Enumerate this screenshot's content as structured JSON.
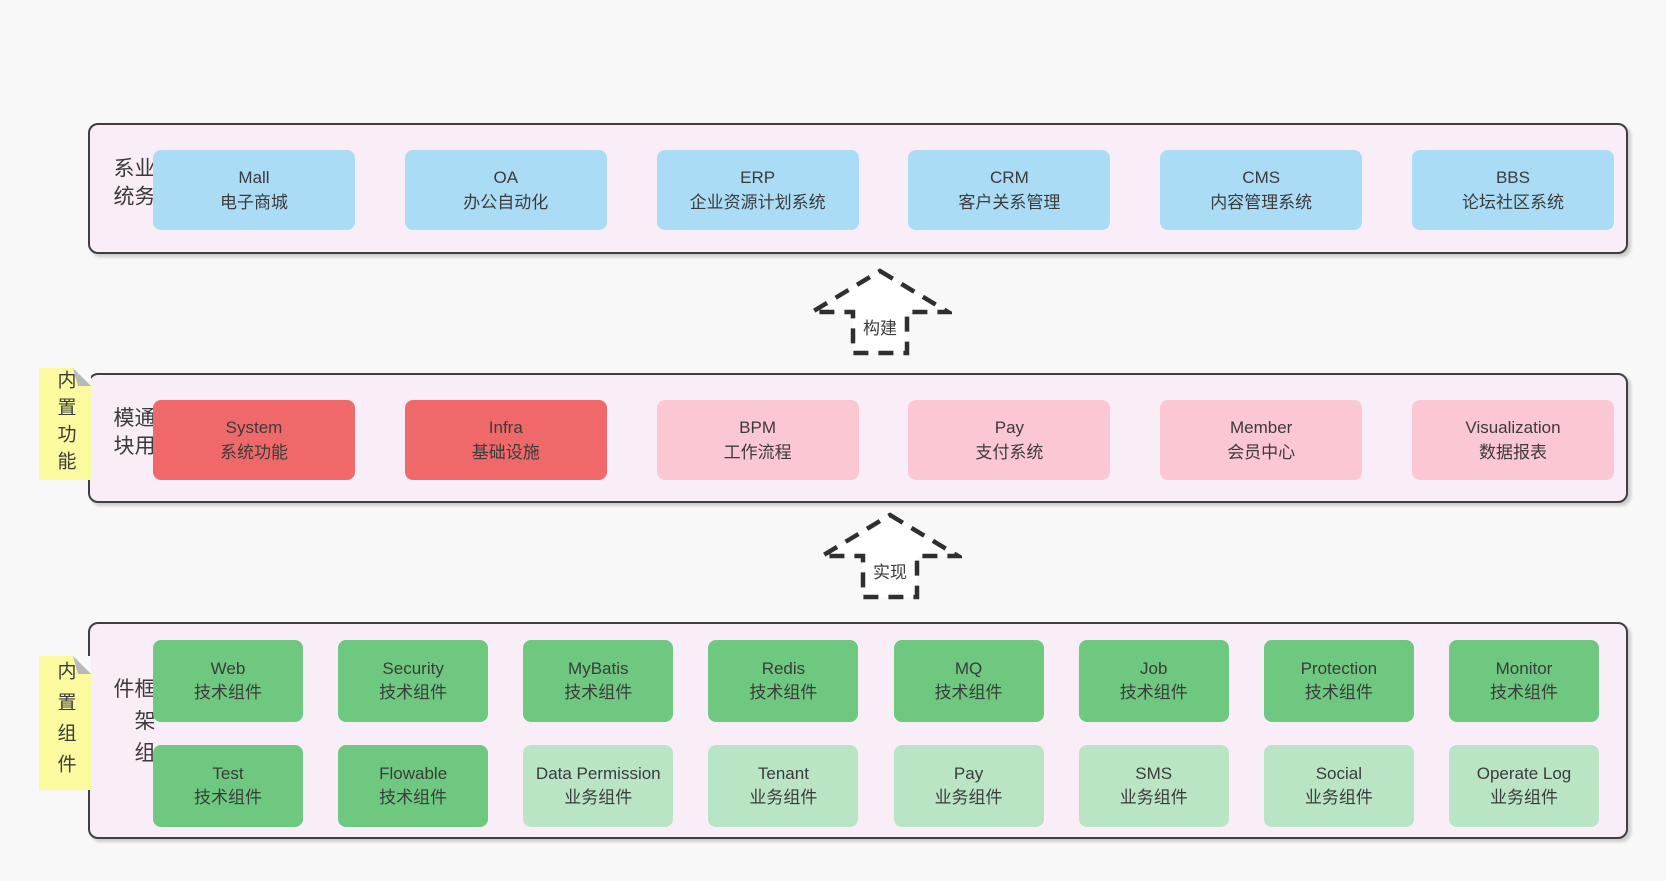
{
  "colors": {
    "page_bg": "#f8f8f8",
    "panel_bg": "#f9eef8",
    "panel_border": "#3f3f3f",
    "blue": "#abdcf6",
    "red": "#f0696a",
    "pink": "#fbc7d2",
    "green_dark": "#6ec87f",
    "green_light": "#bae5c5",
    "sticky_yellow": "#fbfa9f",
    "sticky_fold": "#b9b9b9",
    "text": "#3b3b3b"
  },
  "arrows": {
    "build": {
      "label": "构建"
    },
    "implement": {
      "label": "实现"
    }
  },
  "sections": {
    "business": {
      "panel_label": "业务系统",
      "boxes": [
        {
          "name": "Mall",
          "desc": "电子商城"
        },
        {
          "name": "OA",
          "desc": "办公自动化"
        },
        {
          "name": "ERP",
          "desc": "企业资源计划系统"
        },
        {
          "name": "CRM",
          "desc": "客户关系管理"
        },
        {
          "name": "CMS",
          "desc": "内容管理系统"
        },
        {
          "name": "BBS",
          "desc": "论坛社区系统"
        }
      ]
    },
    "modules": {
      "panel_label": "通用模块",
      "sticky_label": "内置功能",
      "boxes": [
        {
          "name": "System",
          "desc": "系统功能"
        },
        {
          "name": "Infra",
          "desc": "基础设施"
        },
        {
          "name": "BPM",
          "desc": "工作流程"
        },
        {
          "name": "Pay",
          "desc": "支付系统"
        },
        {
          "name": "Member",
          "desc": "会员中心"
        },
        {
          "name": "Visualization",
          "desc": "数据报表"
        }
      ]
    },
    "components": {
      "panel_label": "框架组件",
      "sticky_label": "内置组件",
      "row1": [
        {
          "name": "Web",
          "desc": "技术组件"
        },
        {
          "name": "Security",
          "desc": "技术组件"
        },
        {
          "name": "MyBatis",
          "desc": "技术组件"
        },
        {
          "name": "Redis",
          "desc": "技术组件"
        },
        {
          "name": "MQ",
          "desc": "技术组件"
        },
        {
          "name": "Job",
          "desc": "技术组件"
        },
        {
          "name": "Protection",
          "desc": "技术组件"
        },
        {
          "name": "Monitor",
          "desc": "技术组件"
        }
      ],
      "row2": [
        {
          "name": "Test",
          "desc": "技术组件"
        },
        {
          "name": "Flowable",
          "desc": "技术组件"
        },
        {
          "name": "Data Permission",
          "desc": "业务组件"
        },
        {
          "name": "Tenant",
          "desc": "业务组件"
        },
        {
          "name": "Pay",
          "desc": "业务组件"
        },
        {
          "name": "SMS",
          "desc": "业务组件"
        },
        {
          "name": "Social",
          "desc": "业务组件"
        },
        {
          "name": "Operate Log",
          "desc": "业务组件"
        }
      ]
    }
  }
}
